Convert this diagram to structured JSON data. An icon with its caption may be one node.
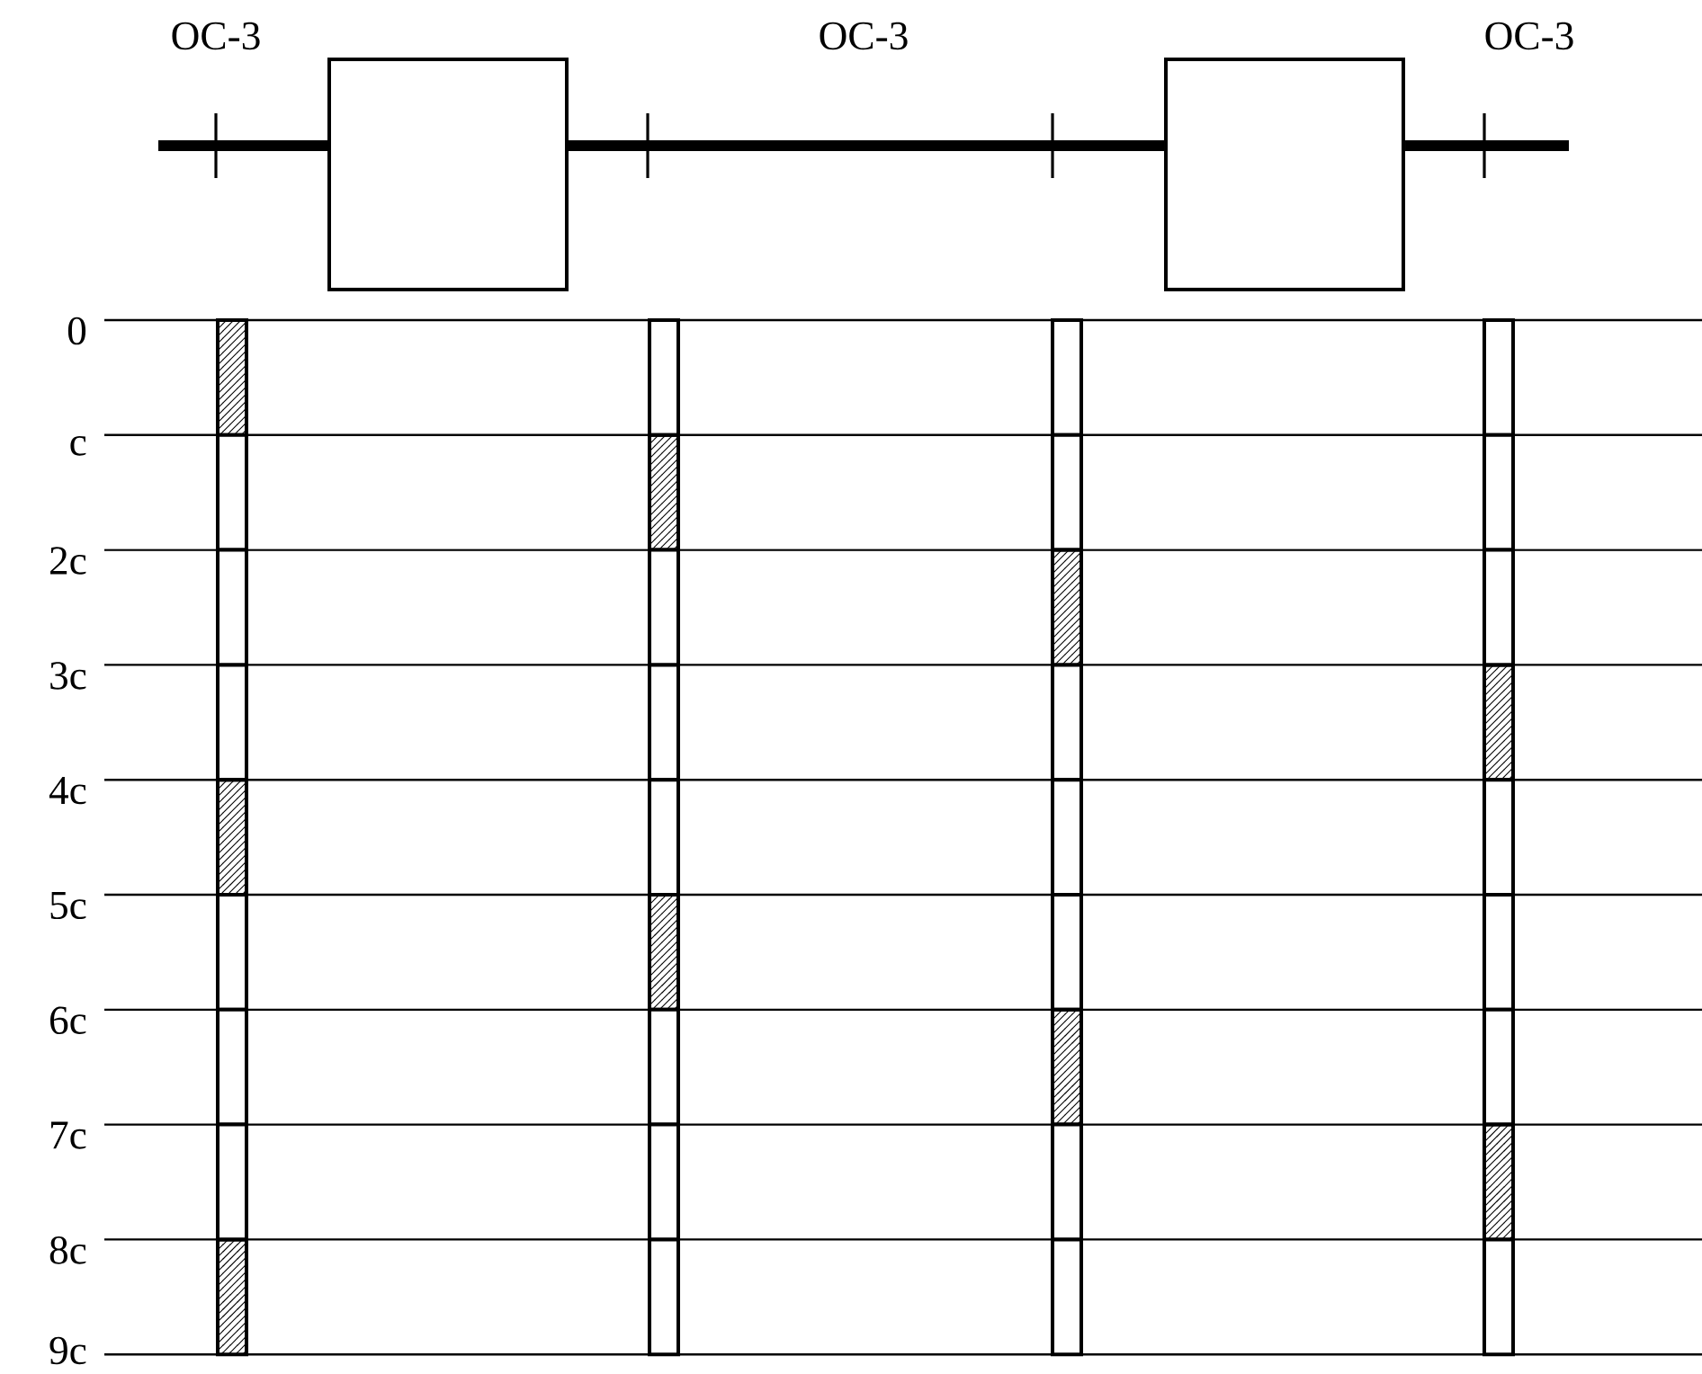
{
  "diagram": {
    "nodes": [
      {
        "text": [],
        "shape": "box"
      },
      {
        "text": [],
        "shape": "box"
      }
    ],
    "edges": [
      {
        "from": null,
        "to": 0,
        "arrow": "none"
      },
      {
        "from": 0,
        "to": 1,
        "arrow": "none"
      },
      {
        "from": 1,
        "to": null,
        "arrow": "none"
      }
    ],
    "labels": [
      "OC-3",
      "OC-3",
      "OC-3",
      "0",
      "c",
      "2c",
      "3c",
      "4c",
      "5c",
      "6c",
      "7c",
      "8c",
      "9c"
    ]
  }
}
